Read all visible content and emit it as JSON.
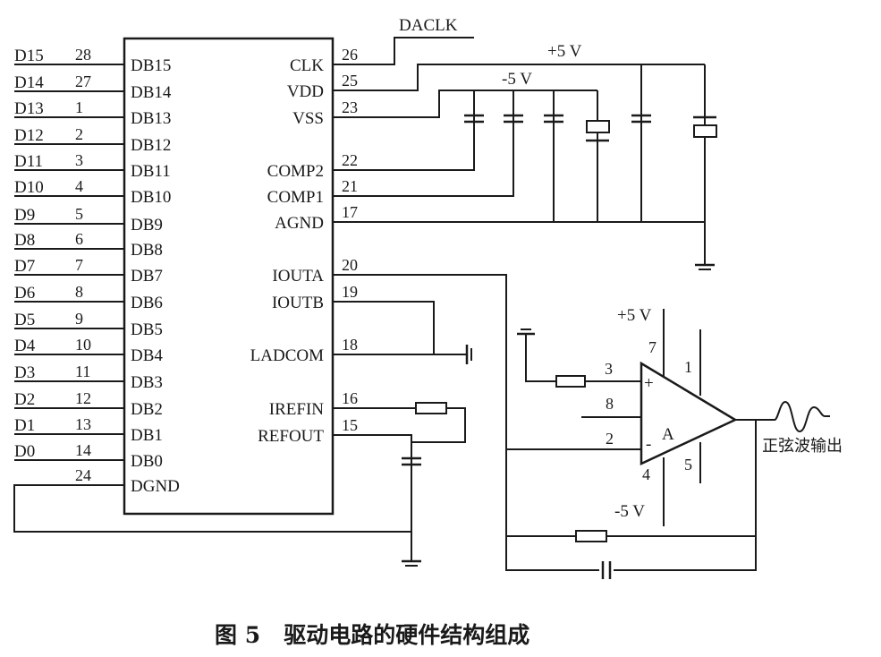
{
  "ic": {
    "left_pins": [
      {
        "net": "D15",
        "pin": "28",
        "name": "DB15"
      },
      {
        "net": "D14",
        "pin": "27",
        "name": "DB14"
      },
      {
        "net": "D13",
        "pin": "1",
        "name": "DB13"
      },
      {
        "net": "D12",
        "pin": "2",
        "name": "DB12"
      },
      {
        "net": "D11",
        "pin": "3",
        "name": "DB11"
      },
      {
        "net": "D10",
        "pin": "4",
        "name": "DB10"
      },
      {
        "net": "D9",
        "pin": "5",
        "name": "DB9"
      },
      {
        "net": "D8",
        "pin": "6",
        "name": "DB8"
      },
      {
        "net": "D7",
        "pin": "7",
        "name": "DB7"
      },
      {
        "net": "D6",
        "pin": "8",
        "name": "DB6"
      },
      {
        "net": "D5",
        "pin": "9",
        "name": "DB5"
      },
      {
        "net": "D4",
        "pin": "10",
        "name": "DB4"
      },
      {
        "net": "D3",
        "pin": "11",
        "name": "DB3"
      },
      {
        "net": "D2",
        "pin": "12",
        "name": "DB2"
      },
      {
        "net": "D1",
        "pin": "13",
        "name": "DB1"
      },
      {
        "net": "D0",
        "pin": "14",
        "name": "DB0"
      },
      {
        "net": "",
        "pin": "24",
        "name": "DGND"
      }
    ],
    "right_pins": [
      {
        "pin": "26",
        "name": "CLK"
      },
      {
        "pin": "25",
        "name": "VDD"
      },
      {
        "pin": "23",
        "name": "VSS"
      },
      {
        "pin": "22",
        "name": "COMP2"
      },
      {
        "pin": "21",
        "name": "COMP1"
      },
      {
        "pin": "17",
        "name": "AGND"
      },
      {
        "pin": "20",
        "name": "IOUTA"
      },
      {
        "pin": "19",
        "name": "IOUTB"
      },
      {
        "pin": "18",
        "name": "LADCOM"
      },
      {
        "pin": "16",
        "name": "IREFIN"
      },
      {
        "pin": "15",
        "name": "REFOUT"
      }
    ]
  },
  "labels": {
    "daclk": "DACLK",
    "vplus": "+5 V",
    "vminus": "-5 V",
    "amp_vplus": "+5 V",
    "amp_vminus": "-5 V"
  },
  "opamp": {
    "name": "A",
    "plus_sign": "+",
    "minus_sign": "-",
    "pins": {
      "noninv": "3",
      "inv": "2",
      "pin8": "8",
      "vplus": "7",
      "vminus": "4",
      "pin1": "1",
      "pin5": "5"
    }
  },
  "output_label": "正弦波输出",
  "caption": "图 5   驱动电路的硬件结构组成"
}
